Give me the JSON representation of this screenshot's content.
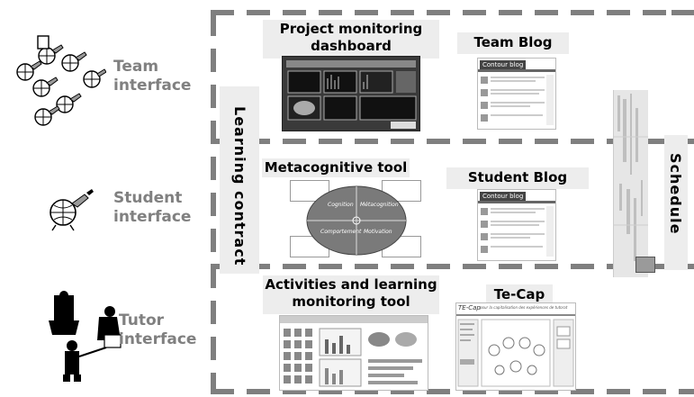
{
  "layers": {
    "team": {
      "label": "Team interface"
    },
    "student": {
      "label": "Student interface"
    },
    "tutor": {
      "label": "Tutor interface"
    }
  },
  "tools": {
    "project_dashboard": {
      "title": "Project monitoring dashboard"
    },
    "team_blog": {
      "title": "Team Blog"
    },
    "metacognitive": {
      "title": "Metacognitive tool",
      "quadrants": [
        "Cognition",
        "Métacognition",
        "Comportement",
        "Motivation"
      ]
    },
    "student_blog": {
      "title": "Student Blog"
    },
    "activities": {
      "title": "Activities and learning monitoring tool"
    },
    "tecap": {
      "title": "Te-Cap",
      "subtitle": "TE-Cap",
      "tagline": "pour la capitalisation des expériences de tutorat"
    }
  },
  "vertical_labels": {
    "learning_contract": "Learning contract",
    "schedule": "Schedule"
  },
  "blog_logo": "Contour blog",
  "colors": {
    "dash": "#7f7f7f",
    "label_gray": "#808080",
    "title_bg": "#ededed",
    "ellipse": "#7a7a7a"
  }
}
